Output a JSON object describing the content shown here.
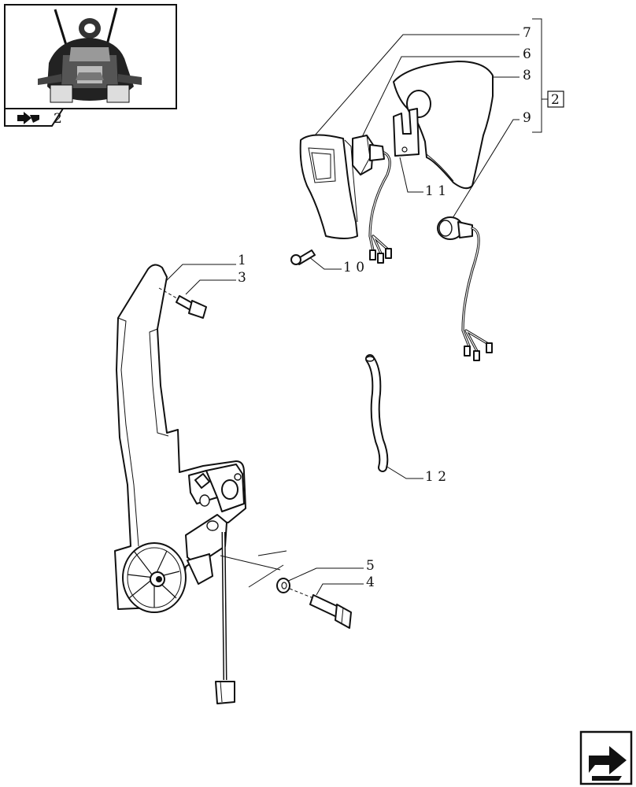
{
  "callouts": {
    "c1": "1",
    "c3": "3",
    "c4": "4",
    "c5": "5",
    "c6": "6",
    "c7": "7",
    "c8": "8",
    "c9": "9",
    "c10": "1 0",
    "c11": "1 1",
    "c12": "1 2"
  },
  "group_ref": "2",
  "thumbnail": {
    "badge_text": "2"
  },
  "icons": {
    "thumbnail_nav": "arrow-icon",
    "page_nav": "next-page-arrow-icon"
  },
  "colors": {
    "line": "#111111",
    "background": "#ffffff"
  }
}
